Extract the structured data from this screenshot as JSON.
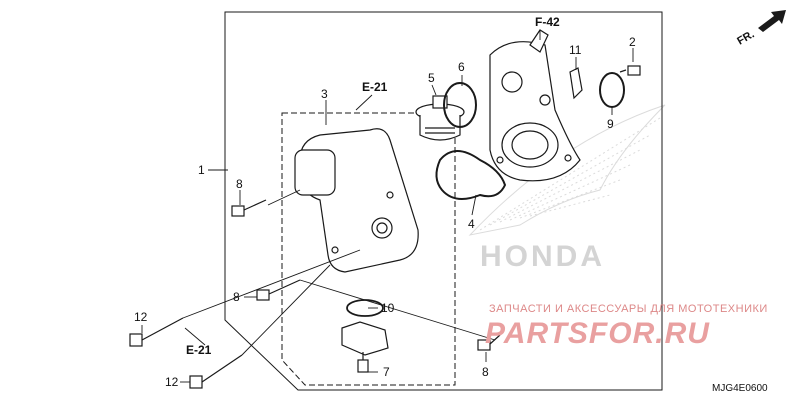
{
  "diagram": {
    "callouts": [
      {
        "id": "1",
        "text": "1"
      },
      {
        "id": "2",
        "text": "2"
      },
      {
        "id": "3",
        "text": "3"
      },
      {
        "id": "4",
        "text": "4"
      },
      {
        "id": "5",
        "text": "5"
      },
      {
        "id": "6",
        "text": "6"
      },
      {
        "id": "7",
        "text": "7"
      },
      {
        "id": "8a",
        "text": "8"
      },
      {
        "id": "8b",
        "text": "8"
      },
      {
        "id": "8c",
        "text": "8"
      },
      {
        "id": "9",
        "text": "9"
      },
      {
        "id": "10",
        "text": "10"
      },
      {
        "id": "11",
        "text": "11"
      },
      {
        "id": "12a",
        "text": "12"
      },
      {
        "id": "12b",
        "text": "12"
      }
    ],
    "refs": {
      "f42": "F-42",
      "e21_top": "E-21",
      "e21_bottom": "E-21"
    },
    "front_label": "FR.",
    "diagram_code": "MJG4E0600",
    "watermark": {
      "brand": "HONDA",
      "caption": "ЗАПЧАСТИ И АКСЕССУАРЫ ДЛЯ МОТОТЕХНИКИ",
      "logo": "PARTSFOR.RU"
    },
    "colors": {
      "line": "#1a1a1a",
      "watermark_red": "#e9a0a0",
      "watermark_gray": "#cfcfcf"
    }
  }
}
